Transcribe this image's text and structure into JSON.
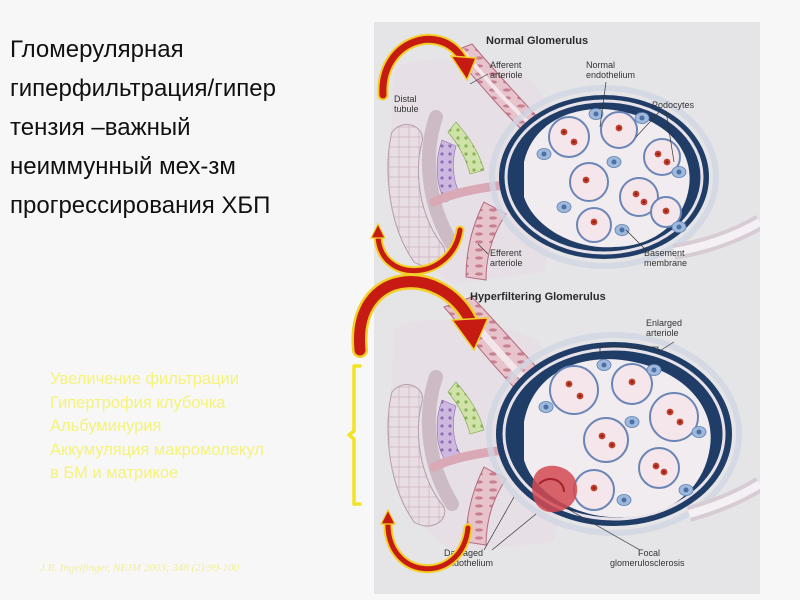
{
  "slide": {
    "title_lines": [
      "Гломерулярная",
      "гиперфильтрация/гипер",
      "тензия –важный",
      "неиммунный мех-зм",
      "прогрессирования ХБП"
    ],
    "effects_lines": [
      "Увеличение фильтрации",
      "Гипертрофия клубочка",
      "Альбуминурия",
      "Аккумуляция макромолекул",
      "в БМ и матрикое"
    ],
    "citation": "J.R. Ingelfinger, NEJM 2003; 348 (2):99-100"
  },
  "figure": {
    "normal_title": "Normal Glomerulus",
    "hyper_title": "Hyperfiltering Glomerulus",
    "labels": {
      "afferent": [
        "Afferent",
        "arteriole"
      ],
      "normal_endothelium": [
        "Normal",
        "endothelium"
      ],
      "podocytes": "Podocytes",
      "distal_tubule": [
        "Distal",
        "tubule"
      ],
      "efferent": [
        "Efferent",
        "arteriole"
      ],
      "basement": [
        "Basement",
        "membrane"
      ],
      "enlarged": [
        "Enlarged",
        "arteriole"
      ],
      "damaged": [
        "Damaged",
        "endothelium"
      ],
      "focal": [
        "Focal",
        "glomerulosclerosis"
      ]
    }
  },
  "colors": {
    "arrow_red": "#c61b12",
    "arrow_edge": "#f2d027",
    "bracket": "#f2e324",
    "effects_text": "#f5f37a",
    "bowman": "#1f3d66",
    "tissue": "#f1ecef"
  }
}
